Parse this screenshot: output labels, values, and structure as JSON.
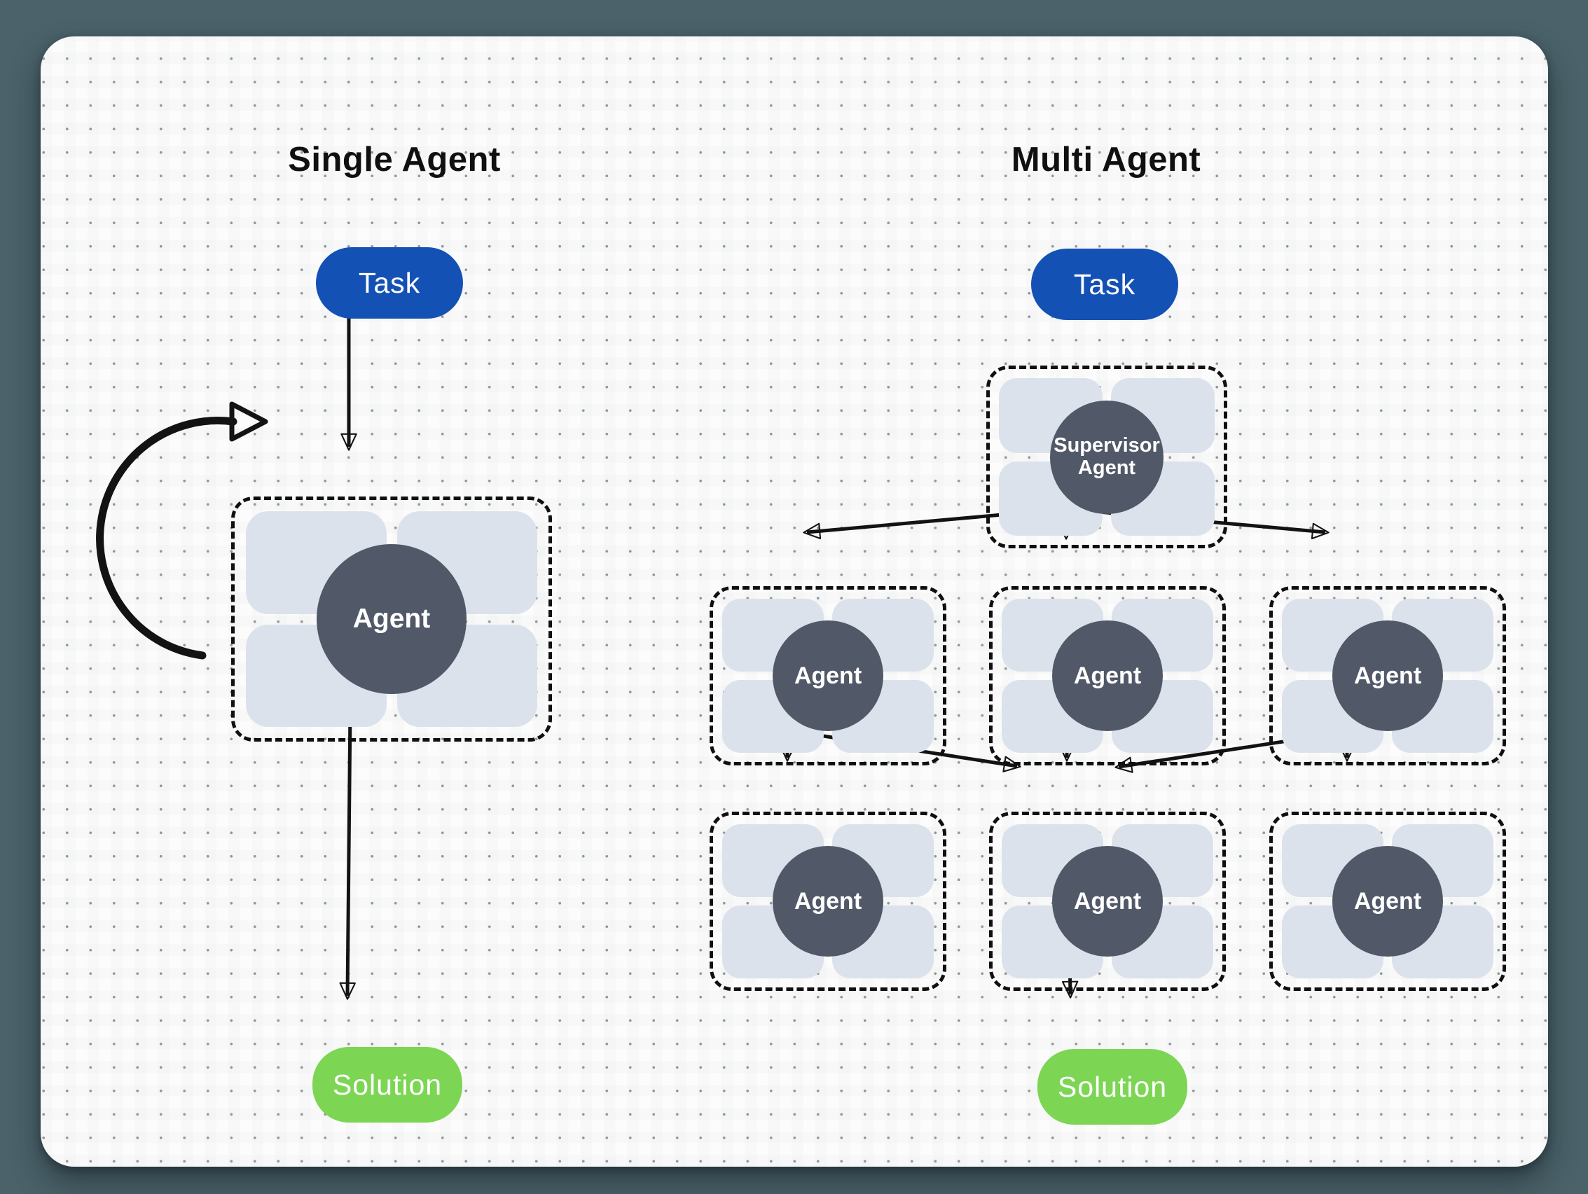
{
  "diagram": {
    "left": {
      "title": "Single Agent",
      "task": "Task",
      "agent": "Agent",
      "solution": "Solution"
    },
    "right": {
      "title": "Multi Agent",
      "task": "Task",
      "supervisor": "Supervisor Agent",
      "row1": [
        {
          "label": "Agent"
        },
        {
          "label": "Agent"
        },
        {
          "label": "Agent"
        }
      ],
      "row2": [
        {
          "label": "Agent"
        },
        {
          "label": "Agent"
        },
        {
          "label": "Agent"
        }
      ],
      "solution": "Solution"
    },
    "colors": {
      "background": "#4b626a",
      "canvas": "#fcfcfc",
      "task_fill": "#1451b4",
      "solution_fill": "#7cd654",
      "agent_circle_fill": "#515867",
      "tool_fill": "#dce2eb",
      "arrow": "#131313"
    }
  }
}
